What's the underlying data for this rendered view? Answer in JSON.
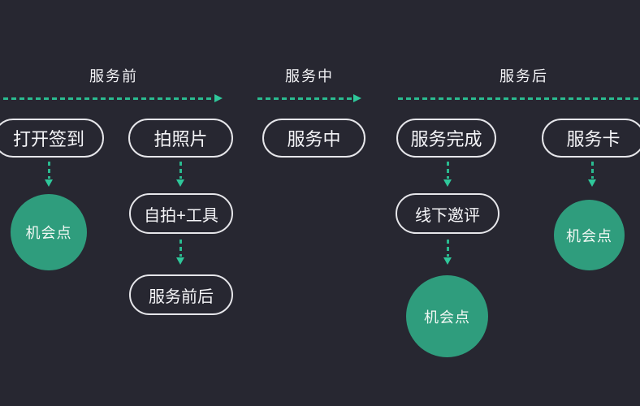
{
  "diagram": {
    "phases": [
      {
        "label": "服务前"
      },
      {
        "label": "服务中"
      },
      {
        "label": "服务后"
      }
    ],
    "touchpoints": [
      {
        "label": "打开签到"
      },
      {
        "label": "拍照片"
      },
      {
        "label": "服务中"
      },
      {
        "label": "服务完成"
      },
      {
        "label": "服务卡"
      }
    ],
    "subnodes": [
      {
        "label": "自拍+工具"
      },
      {
        "label": "服务前后"
      },
      {
        "label": "线下邀评"
      }
    ],
    "opportunities": [
      {
        "label": "机会点"
      },
      {
        "label": "机会点"
      },
      {
        "label": "机会点"
      }
    ],
    "colors": {
      "background": "#272731",
      "arrow_teal": "#2abb90",
      "circle_green": "#2f9d7d",
      "node_border": "#e6e6ea",
      "text": "#f2f2f5"
    }
  }
}
